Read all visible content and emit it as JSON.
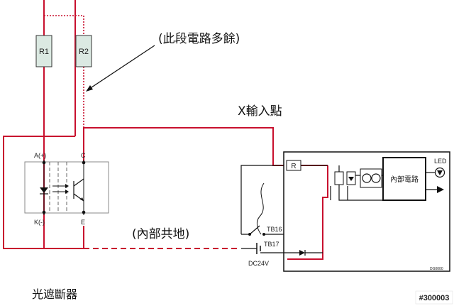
{
  "colors": {
    "wire": "#c8102e",
    "outline": "#111111",
    "component": "#dbe9e2",
    "annotation": "#111111"
  },
  "labels": {
    "r1": "R1",
    "r2": "R2",
    "note_redundant": "(此段電路多餘)",
    "x_input": "X輸入點",
    "internal_ground": "(內部共地)",
    "sensor_name": "光遮斷器",
    "pin_a": "A(+)",
    "pin_c": "C",
    "pin_k": "K(-)",
    "pin_e": "E",
    "plc_r": "R",
    "plc_internal": "內部電路",
    "plc_led": "LED",
    "tb16": "TB16",
    "tb17": "TB17",
    "dc24v": "DC24V",
    "tiny_code": "DG0000",
    "watermark": "#300003"
  }
}
